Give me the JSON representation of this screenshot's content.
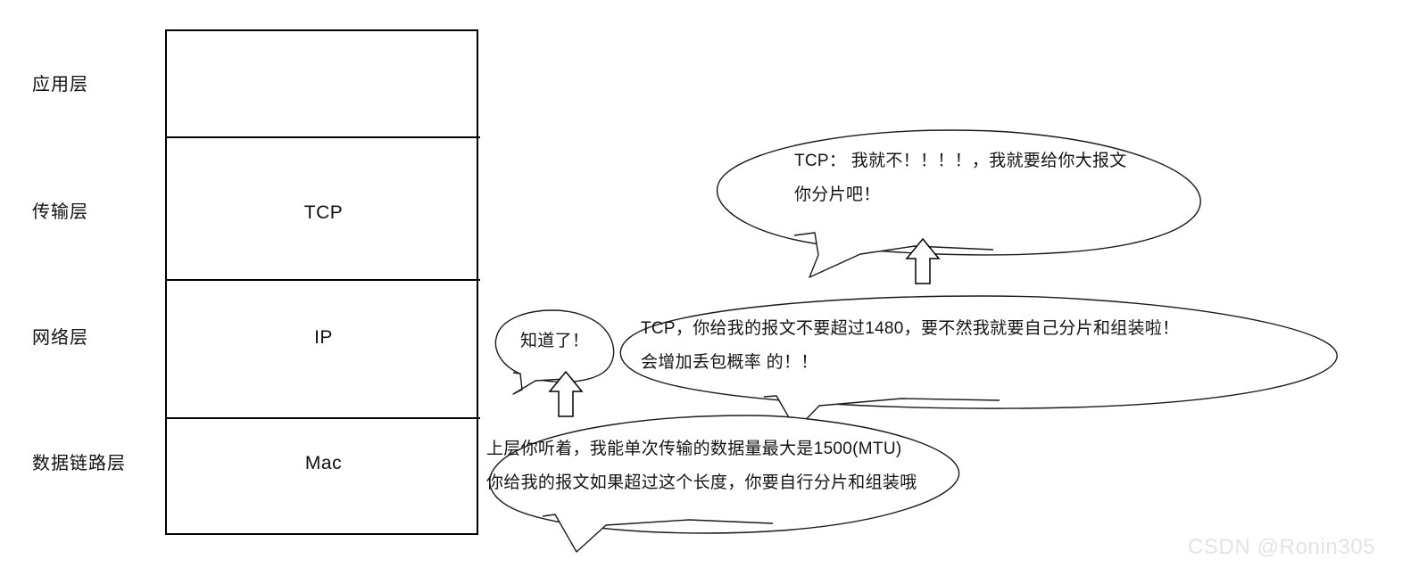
{
  "diagram": {
    "title": "TCP/IP 分层与 MTU 对话图",
    "layers": [
      {
        "name": "应用层",
        "protocol": ""
      },
      {
        "name": "传输层",
        "protocol": "TCP"
      },
      {
        "name": "网络层",
        "protocol": "IP"
      },
      {
        "name": "数据链路层",
        "protocol": "Mac"
      }
    ],
    "bubbles": [
      {
        "id": "tcp-reply",
        "line1": "TCP： 我就不！！！！，我就要给你大报文",
        "line2": "你分片吧！"
      },
      {
        "id": "ip-request",
        "line1": "TCP，你给我的报文不要超过1480，要不然我就要自己分片和组装啦！",
        "line2": "会增加丢包概率 的！！"
      },
      {
        "id": "ack",
        "line1": "知道了！",
        "line2": ""
      },
      {
        "id": "mac-statement",
        "line1": "上层你听着，我能单次传输的数据量最大是1500(MTU)",
        "line2": "你给我的报文如果超过这个长度，你要自行分片和组装哦"
      }
    ],
    "arrows": [
      {
        "id": "arrow-ip-to-tcp",
        "direction": "up"
      },
      {
        "id": "arrow-mac-to-ip",
        "direction": "up"
      }
    ],
    "watermark": "CSDN @Ronin305",
    "colors": {
      "stroke": "#000000",
      "text": "#141414",
      "background": "#ffffff",
      "watermark": "#e3e3e3"
    }
  }
}
